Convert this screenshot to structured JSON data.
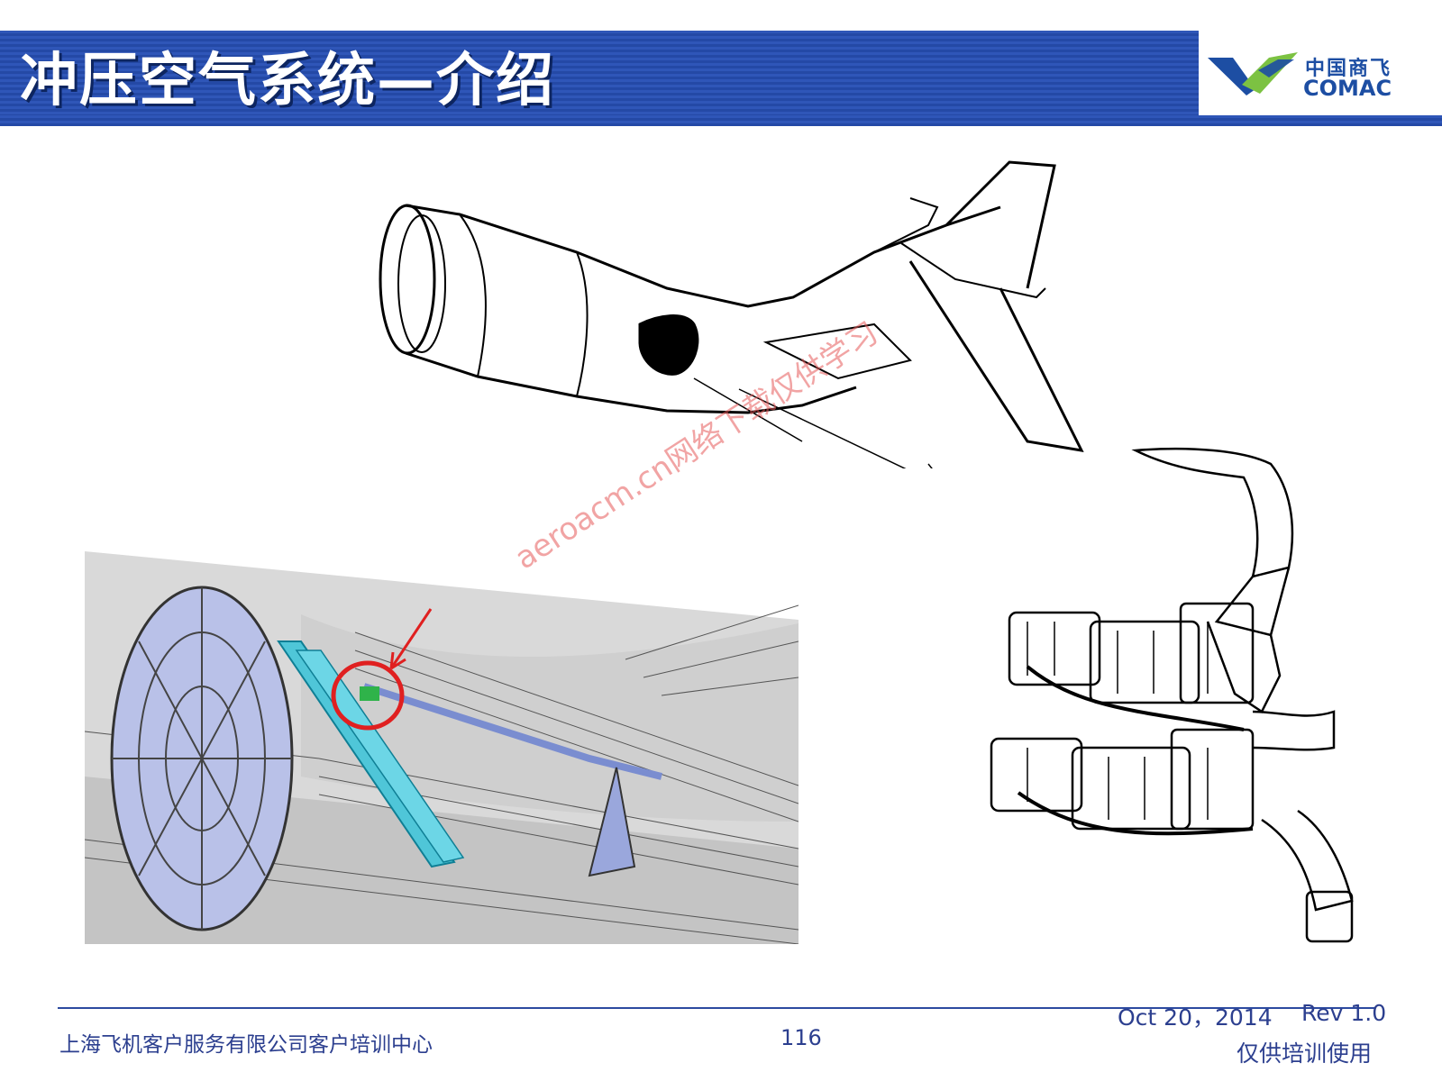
{
  "header": {
    "title": "冲压空气系统—介绍",
    "logo": {
      "cn": "中国商飞",
      "en": "COMAC"
    }
  },
  "figures": {
    "aircraft_tail": "aircraft-tail-drawing",
    "installation_3d": "ram-air-installation-view",
    "pack_assembly": "air-conditioning-pack-drawing"
  },
  "watermark": "aeroacm.cn网络下载仅供学习",
  "footer": {
    "organization": "上海飞机客户服务有限公司客户培训中心",
    "page_number": "116",
    "date": "Oct 20，2014",
    "revision": "Rev 1.0",
    "note": "仅供培训使用"
  },
  "colors": {
    "title_bar": "#2449a6",
    "footer_text": "#2c3f8f",
    "logo_blue": "#1d4ea3",
    "logo_green": "#7cc242"
  }
}
